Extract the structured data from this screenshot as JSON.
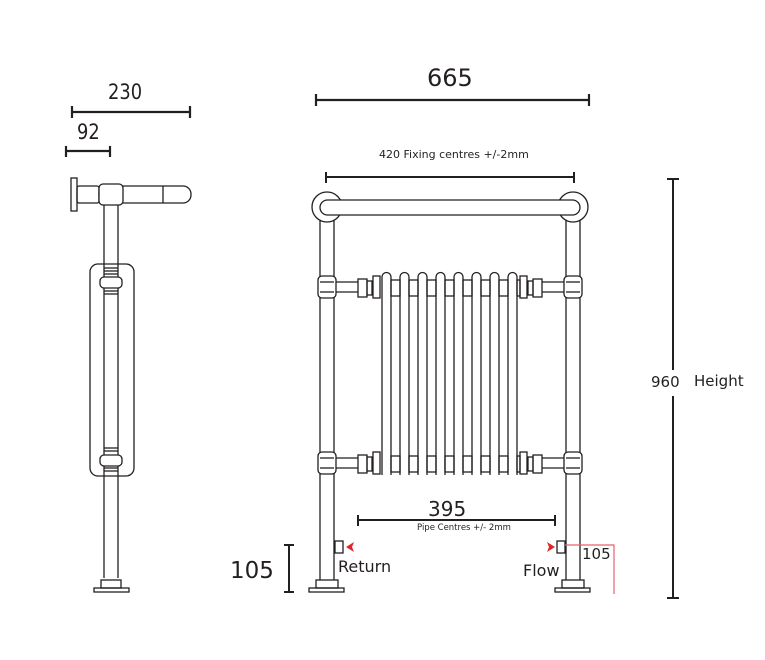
{
  "side_view": {
    "depth_total": "230",
    "wall_offset": "92"
  },
  "front_view": {
    "overall_width": "665",
    "fixing_centres": "420 Fixing centres +/-2mm",
    "pipe_centres_value": "395",
    "pipe_centres_label": "Pipe Centres +/- 2mm",
    "overall_height_value": "960",
    "overall_height_label": "Height",
    "valve_height_left": "105",
    "valve_height_right": "105",
    "return_label": "Return",
    "flow_label": "Flow",
    "column_count": 8
  },
  "colors": {
    "line": "#231f20",
    "accent_red": "#e0242b",
    "leader_red": "#e8606a"
  }
}
